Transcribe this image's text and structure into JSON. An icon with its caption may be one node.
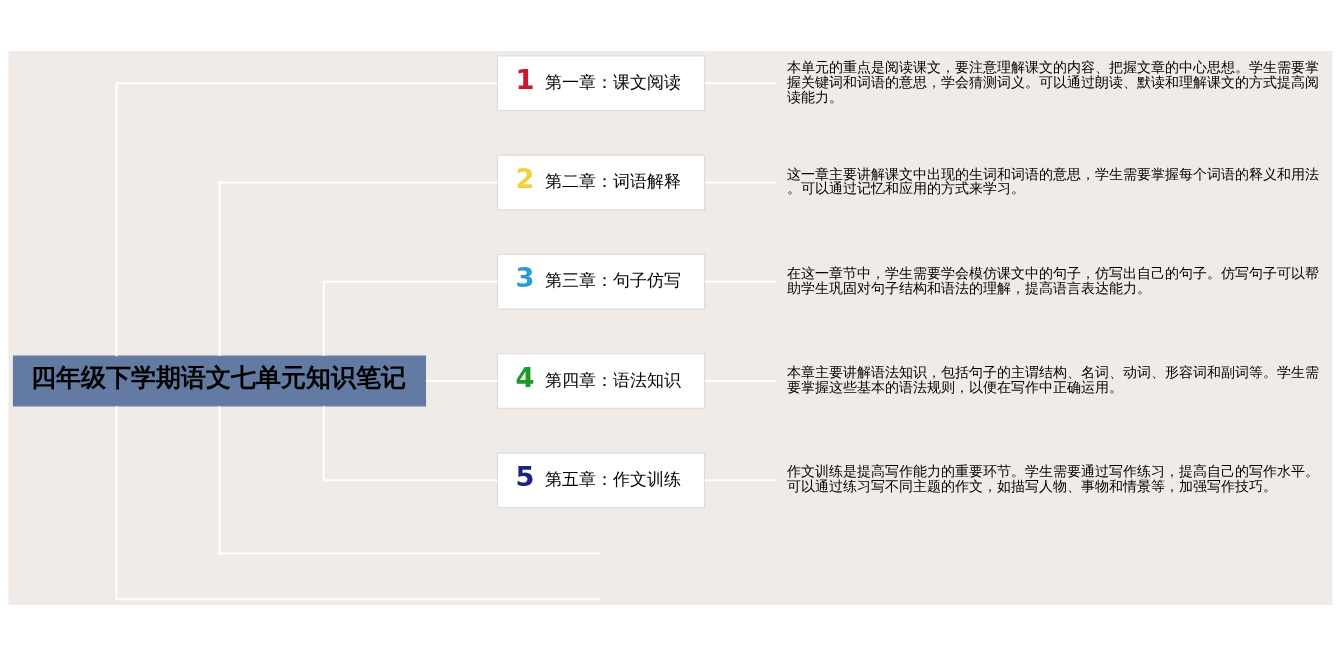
{
  "diagram": {
    "nodes": [
      {
        "text": [
          "四年级下学期语文七单元知识笔记"
        ]
      },
      {
        "text": [
          "1",
          "第一章：课文阅读"
        ]
      },
      {
        "text": [
          "本单元的重点是阅读课文，要注意理解课文的内容、把握文章的中心思想。学生需要掌握关键词和词语的意思，学会猜测词义。可以通过朗读、默读和理解课文的方式提高阅读能力。"
        ]
      },
      {
        "text": [
          "2",
          "第二章：词语解释"
        ]
      },
      {
        "text": [
          "这一章主要讲解课文中出现的生词和词语的意思，学生需要掌握每个词语的释义和用法。可以通过记忆和应用的方式来学习。"
        ]
      },
      {
        "text": [
          "3",
          "第三章：句子仿写"
        ]
      },
      {
        "text": [
          "在这一章节中，学生需要学会模仿课文中的句子，仿写出自己的句子。仿写句子可以帮助学生巩固对句子结构和语法的理解，提高语言表达能力。"
        ]
      },
      {
        "text": [
          "4",
          "第四章：语法知识"
        ]
      },
      {
        "text": [
          "本章主要讲解语法知识，包括句子的主谓结构、名词、动词、形容词和副词等。学生需要掌握这些基本的语法规则，以便在写作中正确运用。"
        ]
      },
      {
        "text": [
          "5",
          "第五章：作文训练"
        ]
      },
      {
        "text": [
          "作文训练是提高写作能力的重要环节。学生需要通过写作练习，提高自己的写作水平。可以通过练习写不同主题的作文，如描写人物、事物和情景等，加强写作技巧。"
        ]
      }
    ],
    "edges": [
      {
        "from": 0,
        "to": 1,
        "arrow": "none"
      },
      {
        "from": 1,
        "to": 2,
        "arrow": "none"
      },
      {
        "from": 0,
        "to": 3,
        "arrow": "none"
      },
      {
        "from": 3,
        "to": 4,
        "arrow": "none"
      },
      {
        "from": 0,
        "to": 5,
        "arrow": "none"
      },
      {
        "from": 5,
        "to": 6,
        "arrow": "none"
      },
      {
        "from": 0,
        "to": 7,
        "arrow": "none"
      },
      {
        "from": 7,
        "to": 8,
        "arrow": "none"
      },
      {
        "from": 0,
        "to": 9,
        "arrow": "none"
      },
      {
        "from": 9,
        "to": 10,
        "arrow": "none"
      },
      {
        "from": 0,
        "to": null,
        "arrow": "none"
      },
      {
        "from": 0,
        "to": null,
        "arrow": "none"
      }
    ]
  }
}
